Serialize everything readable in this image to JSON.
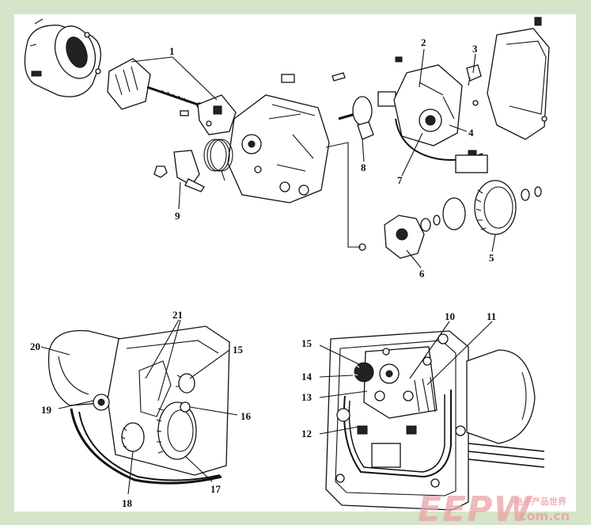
{
  "callouts": {
    "c1": "1",
    "c2": "2",
    "c3": "3",
    "c4": "4",
    "c5": "5",
    "c6": "6",
    "c7": "7",
    "c8": "8",
    "c9": "9",
    "c10": "10",
    "c11": "11",
    "c12": "12",
    "c13": "13",
    "c14": "14",
    "c15": "15",
    "c16": "16",
    "c17": "17",
    "c18": "18",
    "c19": "19",
    "c20": "20",
    "c21": "21",
    "c15b": "15"
  },
  "watermark": {
    "main": "EEPW",
    "domain": ".com.cn",
    "chinese": "电子产品世界"
  },
  "colors": {
    "background": "#d5e4c8",
    "panel": "#ffffff",
    "ink": "#111111",
    "watermark": "#e9a3a8"
  }
}
